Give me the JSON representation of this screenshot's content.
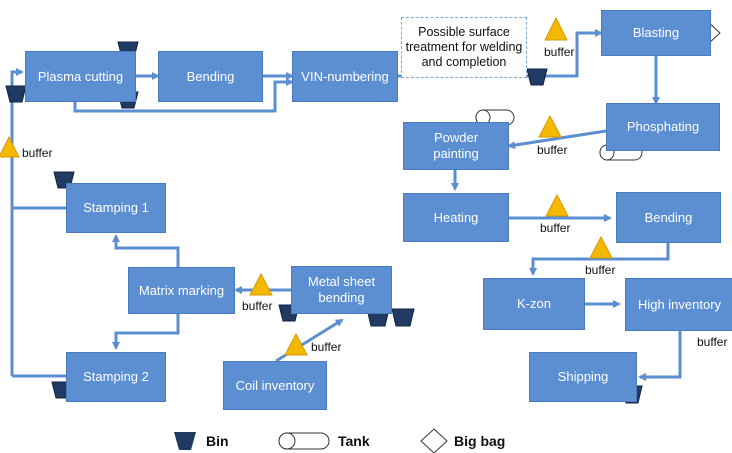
{
  "processes": {
    "plasma_cutting": "Plasma cutting",
    "bending_top": "Bending",
    "vin_numbering": "VIN-numbering",
    "surface_treatment": "Possible surface treatment for welding and completion",
    "blasting": "Blasting",
    "phosphating": "Phosphating",
    "powder_painting": "Powder painting",
    "heating": "Heating",
    "bending_right": "Bending",
    "k_zon": "K-zon",
    "high_inventory": "High inventory",
    "shipping": "Shipping",
    "stamping_1": "Stamping 1",
    "matrix_marking": "Matrix marking",
    "metal_sheet_bending": "Metal sheet bending",
    "stamping_2": "Stamping 2",
    "coil_inventory": "Coil inventory"
  },
  "buffers": {
    "label": "buffer"
  },
  "legend": {
    "bin": "Bin",
    "tank": "Tank",
    "big_bag": "Big bag"
  },
  "colors": {
    "process_fill": "#5b8fd2",
    "arrow": "#5b8fd2",
    "buffer_fill": "#f5b800",
    "bin_fill": "#1f3a63",
    "tank_fill": "#ffffff"
  }
}
